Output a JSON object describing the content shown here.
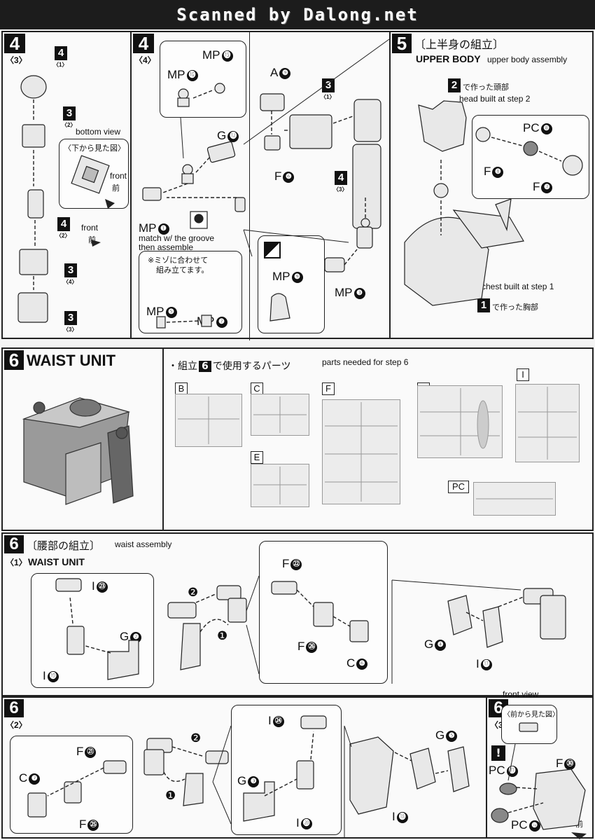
{
  "banner": "Scanned by Dalong.net",
  "step4_3": {
    "step": "4",
    "sub": "〈3〉",
    "refs": [
      {
        "num": "4",
        "sub": "〈1〉"
      },
      {
        "num": "3",
        "sub": "〈2〉"
      },
      {
        "num": "4",
        "sub": "〈2〉"
      },
      {
        "num": "3",
        "sub": "〈4〉"
      },
      {
        "num": "3",
        "sub": "〈3〉"
      }
    ],
    "bottom_view_en": "bottom view",
    "bottom_view_jp": "〈下から見た図〉",
    "front_en": "front",
    "front_jp": "前"
  },
  "step4_4": {
    "step": "4",
    "sub": "〈4〉",
    "parts": [
      "MP",
      "MP",
      "G",
      "MP",
      "MP",
      "MP",
      "A",
      "F",
      "MP",
      "MP"
    ],
    "nums": [
      "⓯",
      "⓰",
      "⓬",
      "❶",
      "❺",
      "❼",
      "❾",
      "❻",
      "❾",
      "❸"
    ],
    "match_note": "match w/ the groove then assemble",
    "match_jp_1": "※ミゾに合わせて",
    "match_jp_2": "組み立てます。",
    "refs": [
      {
        "num": "3",
        "sub": "〈1〉"
      },
      {
        "num": "4",
        "sub": "〈3〉"
      }
    ]
  },
  "step5": {
    "step": "5",
    "title_jp": "〔上半身の組立〕",
    "title_en": "UPPER BODY",
    "subtitle": "upper body assembly",
    "head_jp": "で作った頭部",
    "head_en": "head built at step 2",
    "head_ref": "2",
    "chest_en": "chest built at step 1",
    "chest_jp": "で作った胸部",
    "chest_ref": "1",
    "parts": [
      {
        "p": "PC",
        "n": "❽"
      },
      {
        "p": "F",
        "n": "❽"
      },
      {
        "p": "F",
        "n": "❼"
      }
    ]
  },
  "step6": {
    "step": "6",
    "title": "WAIST UNIT",
    "parts_jp_a": "・組立",
    "parts_jp_b": "で使用するパーツ",
    "parts_en": "parts needed for step 6",
    "runners": [
      "B",
      "C",
      "E",
      "F",
      "G",
      "I",
      "PC"
    ]
  },
  "step6_1": {
    "step": "6",
    "sub": "〈1〉",
    "title_jp": "〔腰部の組立〕",
    "title_sub": "waist assembly",
    "title_en": "WAIST UNIT",
    "parts": [
      {
        "p": "I",
        "n": "㉓"
      },
      {
        "p": "G",
        "n": "❷"
      },
      {
        "p": "I",
        "n": "⓳"
      },
      {
        "p": "F",
        "n": "㉒"
      },
      {
        "p": "F",
        "n": "㉖"
      },
      {
        "p": "C",
        "n": "❻"
      },
      {
        "p": "G",
        "n": "❹"
      },
      {
        "p": "I",
        "n": "⓱"
      }
    ],
    "order": [
      "❷",
      "❶"
    ]
  },
  "step6_2": {
    "step": "6",
    "sub": "〈2〉",
    "parts": [
      {
        "p": "F",
        "n": "㉑"
      },
      {
        "p": "C",
        "n": "❼"
      },
      {
        "p": "F",
        "n": "㉕"
      },
      {
        "p": "I",
        "n": "㉔"
      },
      {
        "p": "G",
        "n": "❸"
      },
      {
        "p": "I",
        "n": "⓴"
      },
      {
        "p": "G",
        "n": "❺"
      },
      {
        "p": "I",
        "n": "⓲"
      }
    ],
    "order": [
      "❷",
      "❶"
    ]
  },
  "step6_3": {
    "step": "6",
    "sub": "〈3〉",
    "front_view_en": "front view",
    "front_view_jp": "〈前から見た図〉",
    "parts": [
      {
        "p": "F",
        "n": "㉚"
      },
      {
        "p": "PC",
        "n": "⓫"
      },
      {
        "p": "PC",
        "n": "❿"
      }
    ],
    "front_en": "front",
    "front_jp": "前"
  }
}
